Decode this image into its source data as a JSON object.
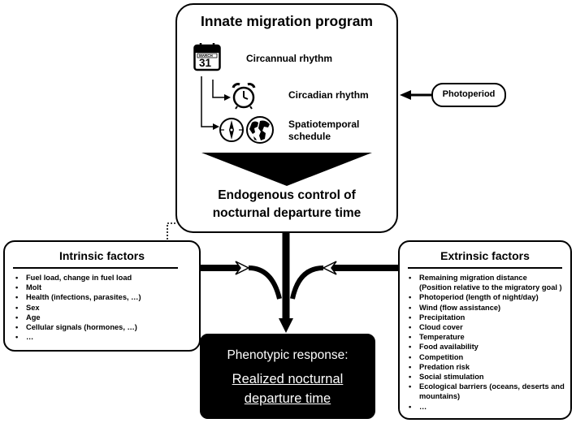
{
  "innate": {
    "title": "Innate migration program",
    "calendar_month": "MARCH",
    "calendar_day": "31",
    "circannual": "Circannual rhythm",
    "circadian": "Circadian rhythm",
    "spatio_line1": "Spatiotemporal",
    "spatio_line2": "schedule",
    "endogenous_line1": "Endogenous control of",
    "endogenous_line2": "nocturnal departure time"
  },
  "photoperiod": "Photoperiod",
  "intrinsic": {
    "title": "Intrinsic factors",
    "items": [
      "Fuel load, change in fuel load",
      "Molt",
      "Health (infections, parasites, …)",
      "Sex",
      "Age",
      "Cellular signals (hormones, …)",
      "…"
    ]
  },
  "extrinsic": {
    "title": "Extrinsic factors",
    "items": [
      "Remaining migration distance",
      "Photoperiod (length of night/day)",
      "Wind (flow assistance)",
      "Precipitation",
      "Cloud cover",
      "Temperature",
      "Food availability",
      "Competition",
      "Predation risk",
      "Social stimulation",
      "Ecological barriers  (oceans, deserts and",
      "…"
    ],
    "item0_sub": "(Position relative to the migratory goal )",
    "item10_sub": "mountains)"
  },
  "response": {
    "title": "Phenotypic response:",
    "line1": "Realized nocturnal",
    "line2": "departure time"
  },
  "icons": [
    "calendar-icon",
    "alarm-clock-icon",
    "compass-icon",
    "globe-icon"
  ]
}
